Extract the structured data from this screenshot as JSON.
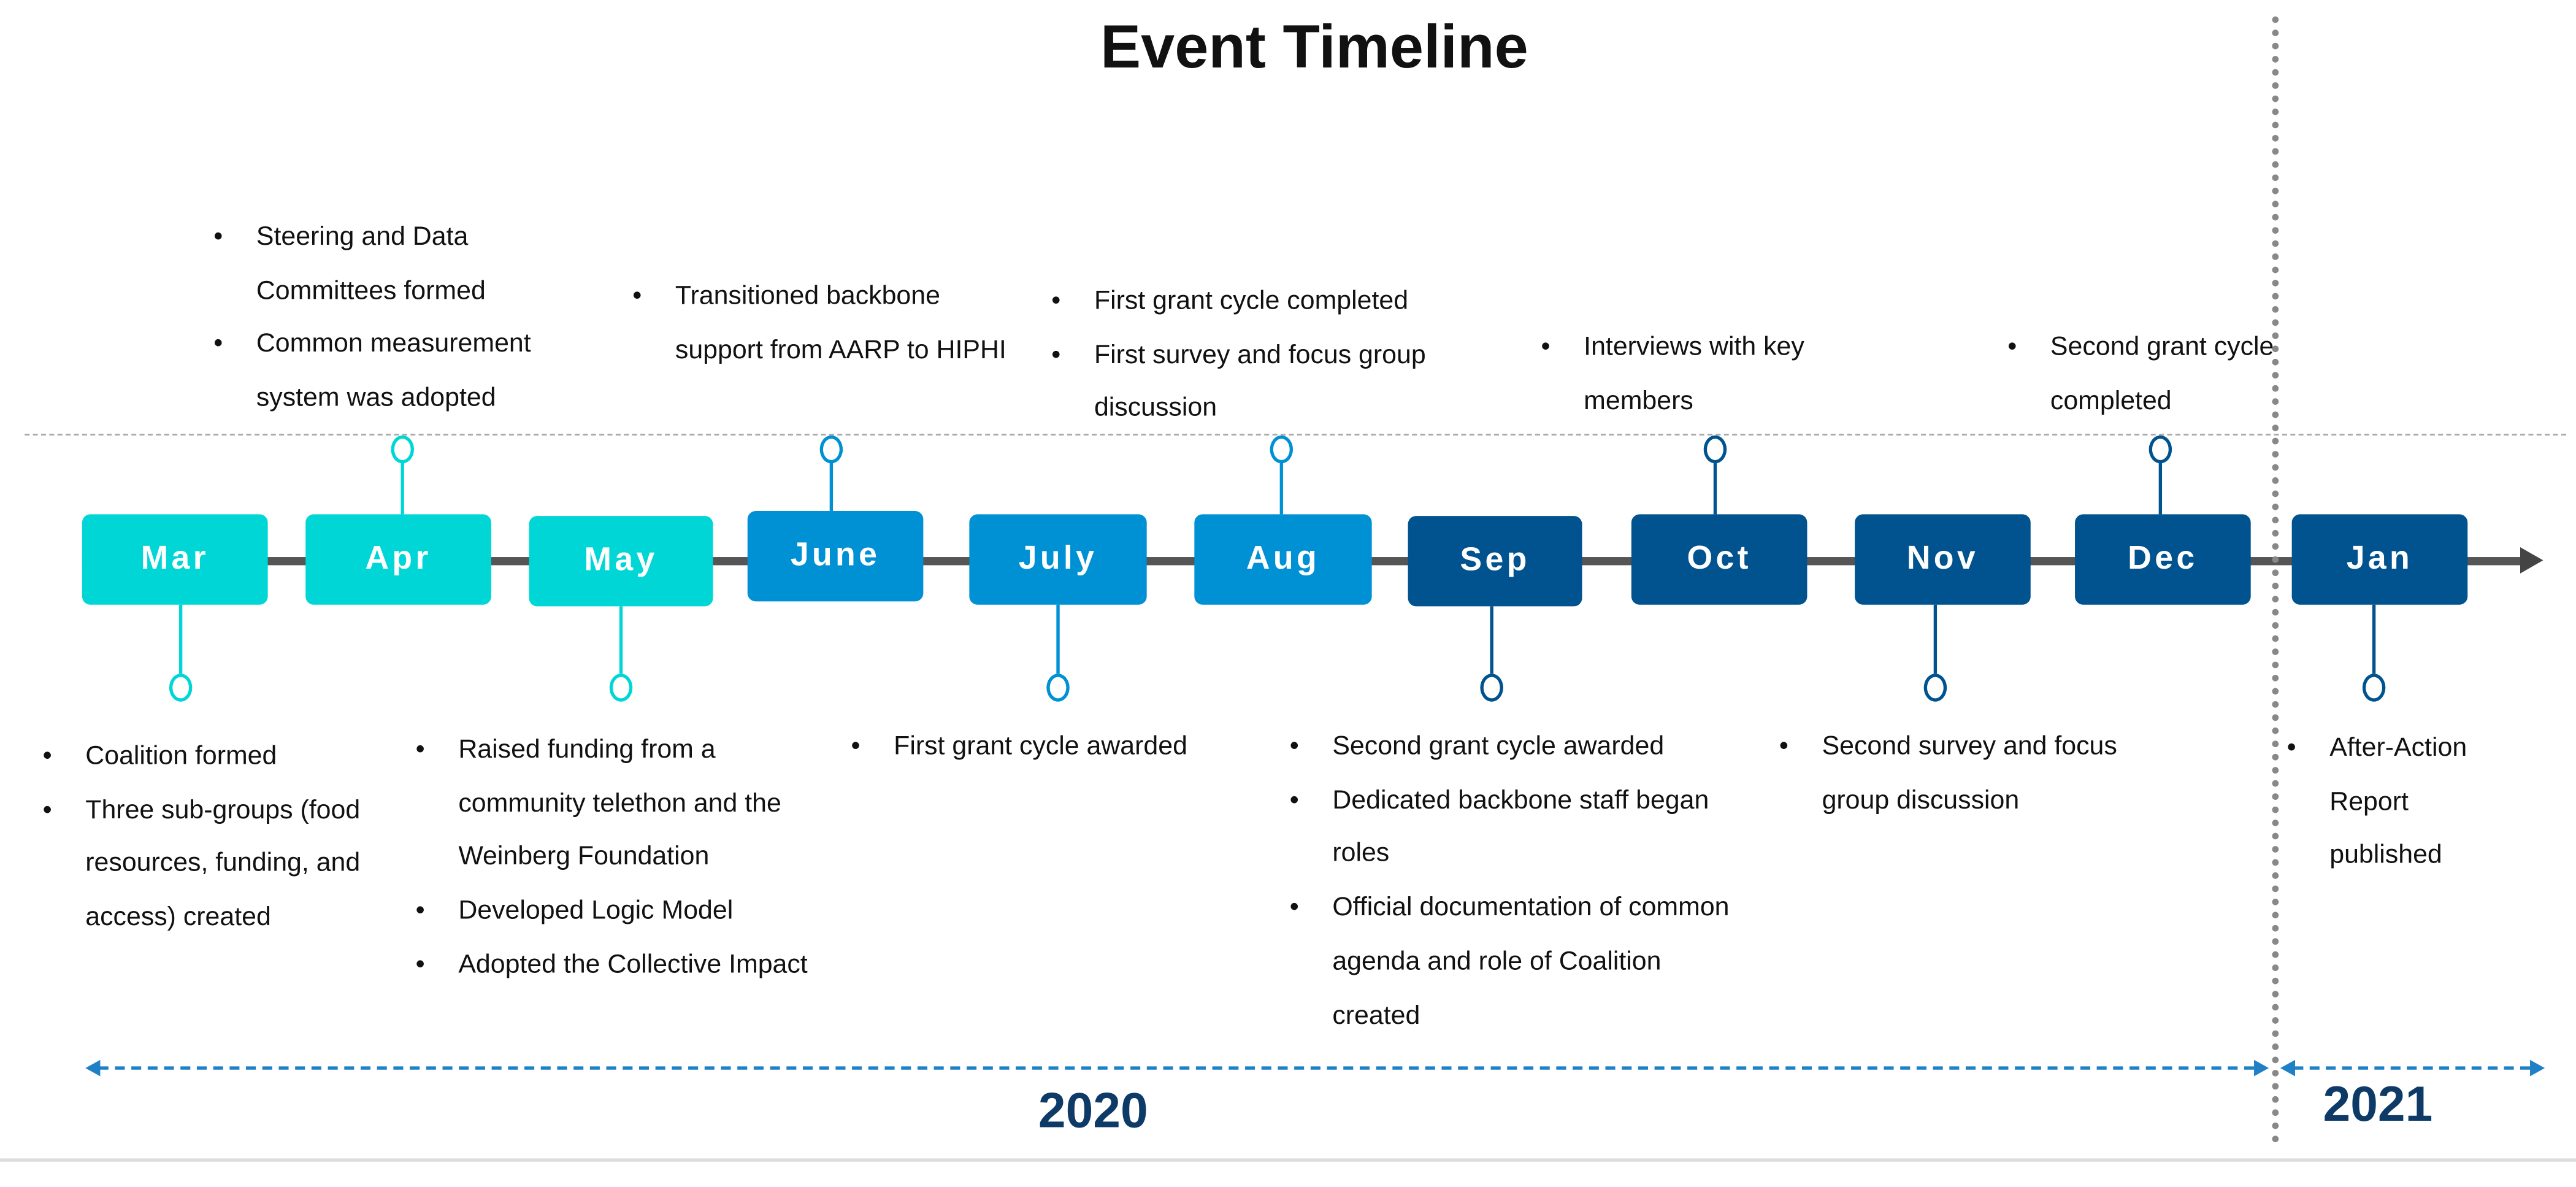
{
  "title": "Event Timeline",
  "colors": {
    "spring": "#00D6D6",
    "summer": "#0091D5",
    "fall": "#00538E",
    "axis": "#555555",
    "year_arrow": "#1F80C6",
    "year_text": "#0D3A66"
  },
  "months": [
    {
      "label": "Mar",
      "side": "below",
      "notes": [
        "Coalition formed",
        "Three sub-groups (food resources, funding, and access) created"
      ]
    },
    {
      "label": "Apr",
      "side": "above",
      "notes": [
        "Steering and Data Committees formed",
        "Common measurement system was adopted"
      ]
    },
    {
      "label": "May",
      "side": "below",
      "notes": [
        "Raised funding from a community telethon and the Weinberg Foundation",
        "Developed Logic Model",
        "Adopted the Collective Impact"
      ]
    },
    {
      "label": "June",
      "side": "above",
      "notes": [
        "Transitioned backbone support from AARP to HIPHI"
      ]
    },
    {
      "label": "July",
      "side": "below",
      "notes": [
        "First grant cycle awarded"
      ]
    },
    {
      "label": "Aug",
      "side": "above",
      "notes": [
        "First grant cycle completed",
        "First survey and focus group discussion"
      ]
    },
    {
      "label": "Sep",
      "side": "below",
      "notes": [
        "Second grant cycle awarded",
        "Dedicated backbone staff began roles",
        "Official documentation of common agenda and role of Coalition created"
      ]
    },
    {
      "label": "Oct",
      "side": "above",
      "notes": [
        "Interviews with key members"
      ]
    },
    {
      "label": "Nov",
      "side": "below",
      "notes": [
        "Second survey and focus group discussion"
      ]
    },
    {
      "label": "Dec",
      "side": "above",
      "notes": [
        "Second grant cycle completed"
      ]
    },
    {
      "label": "Jan",
      "side": "below",
      "notes": [
        "After-Action Report published"
      ]
    }
  ],
  "years": [
    "2020",
    "2021"
  ]
}
